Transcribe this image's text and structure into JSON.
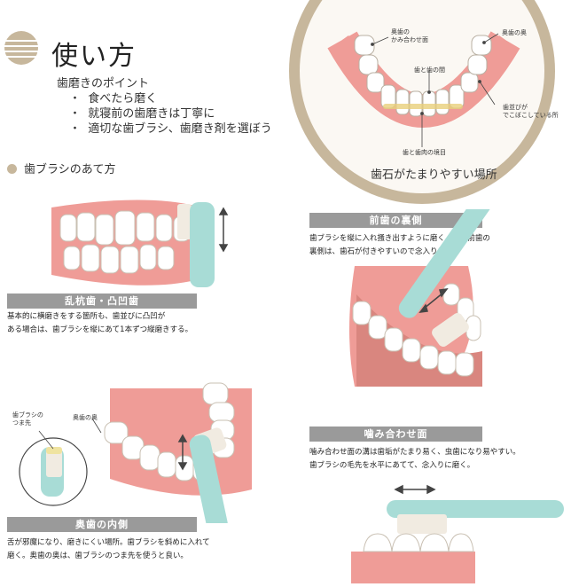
{
  "header": {
    "title": "使い方",
    "points_heading": "歯磨きのポイント",
    "points": [
      "食べたら磨く",
      "就寝前の歯磨きは丁寧に",
      "適切な歯ブラシ、歯磨き剤を選ぼう"
    ],
    "bullet_mark": "・"
  },
  "section_heading": "歯ブラシのあて方",
  "diagram": {
    "caption": "歯石がたまりやすい場所",
    "label_back_bite": "奥歯の\nかみ合わせ面",
    "label_back_teeth": "奥歯の奥",
    "label_between": "歯と歯の間",
    "label_uneven": "歯並びが\nでこぼこしている所",
    "label_gumline": "歯と歯肉の境目"
  },
  "panels": {
    "crooked": {
      "bar": "乱杭歯・凸凹歯",
      "desc_1": "基本的に横磨きをする箇所も、歯並びに凸凹が",
      "desc_2": "ある場合は、歯ブラシを縦にあて1本ずつ縦磨きする。"
    },
    "front_back": {
      "bar": "前歯の裏側",
      "desc_1": "歯ブラシを縦に入れ掻き出すように磨く。下の前歯の",
      "desc_2": "裏側は、歯石が付きやすいので念入りに。"
    },
    "molar_inside": {
      "bar": "奥歯の内側",
      "label_tip": "歯ブラシの\nつま先",
      "label_back": "奥歯の奥",
      "desc_1": "舌が邪魔になり、磨きにくい場所。歯ブラシを斜めに入れて",
      "desc_2": "磨く。奥歯の奥は、歯ブラシのつま先を使うと良い。"
    },
    "bite_surface": {
      "bar": "噛み合わせ面",
      "desc_1": "噛み合わせ面の溝は歯垢がたまり易く、虫歯になり易やすい。",
      "desc_2": "歯ブラシの毛先を水平にあてて、念入りに磨く。"
    }
  },
  "colors": {
    "accent": "#c7b79c",
    "gum": "#ef9c97",
    "brush": "#a8dcd6",
    "bar": "#9a9a9a"
  }
}
